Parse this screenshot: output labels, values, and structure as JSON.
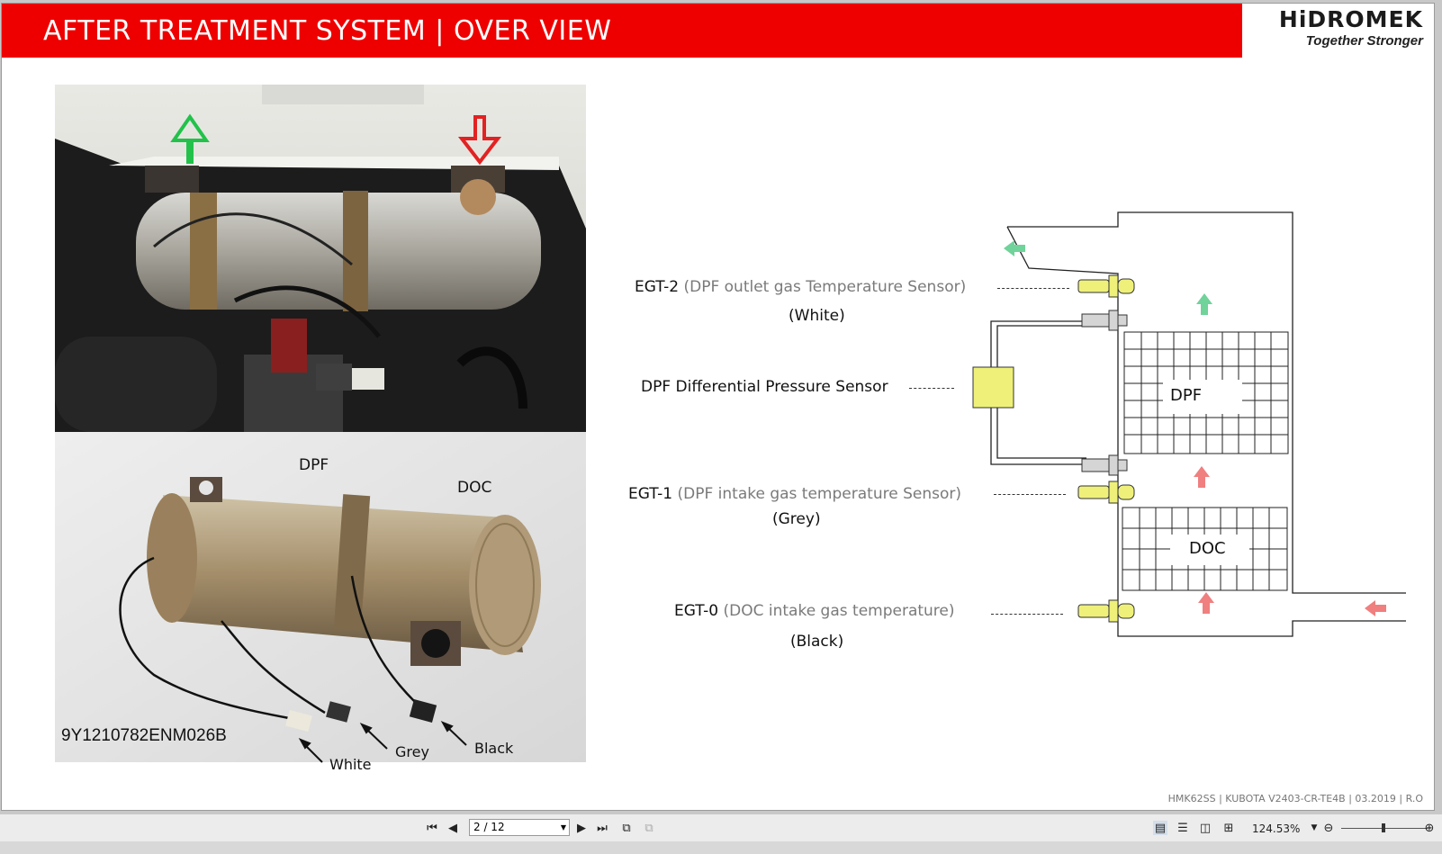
{
  "header": {
    "title": "AFTER TREATMENT SYSTEM | OVER VIEW",
    "logo_brand": "HiDROMEK",
    "logo_tagline": "Together Stronger"
  },
  "photos": {
    "bottom_labels": {
      "dpf": "DPF",
      "doc": "DOC",
      "part_number": "9Y1210782ENM026B",
      "white": "White",
      "grey": "Grey",
      "black": "Black"
    }
  },
  "diagram": {
    "egt2": {
      "code": "EGT-2",
      "desc": "(DPF outlet  gas Temperature Sensor)",
      "color": "(White)"
    },
    "dps": {
      "label": "DPF Differential Pressure Sensor"
    },
    "egt1": {
      "code": "EGT-1",
      "desc": "(DPF intake gas temperature Sensor)",
      "color": "(Grey)"
    },
    "egt0": {
      "code": "EGT-0",
      "desc": "(DOC intake gas temperature)",
      "color": "(Black)"
    },
    "dpf_box": "DPF",
    "doc_box": "DOC"
  },
  "footer_note": "HMK62SS | KUBOTA V2403-CR-TE4B | 03.2019 | R.O",
  "toolbar": {
    "page_value": "2 / 12",
    "zoom": "124.53%"
  },
  "colors": {
    "title_red": "#ee0000",
    "sensor_yellow": "#eef07a",
    "arrow_green": "#6fd39a",
    "arrow_red": "#f07f7f"
  }
}
